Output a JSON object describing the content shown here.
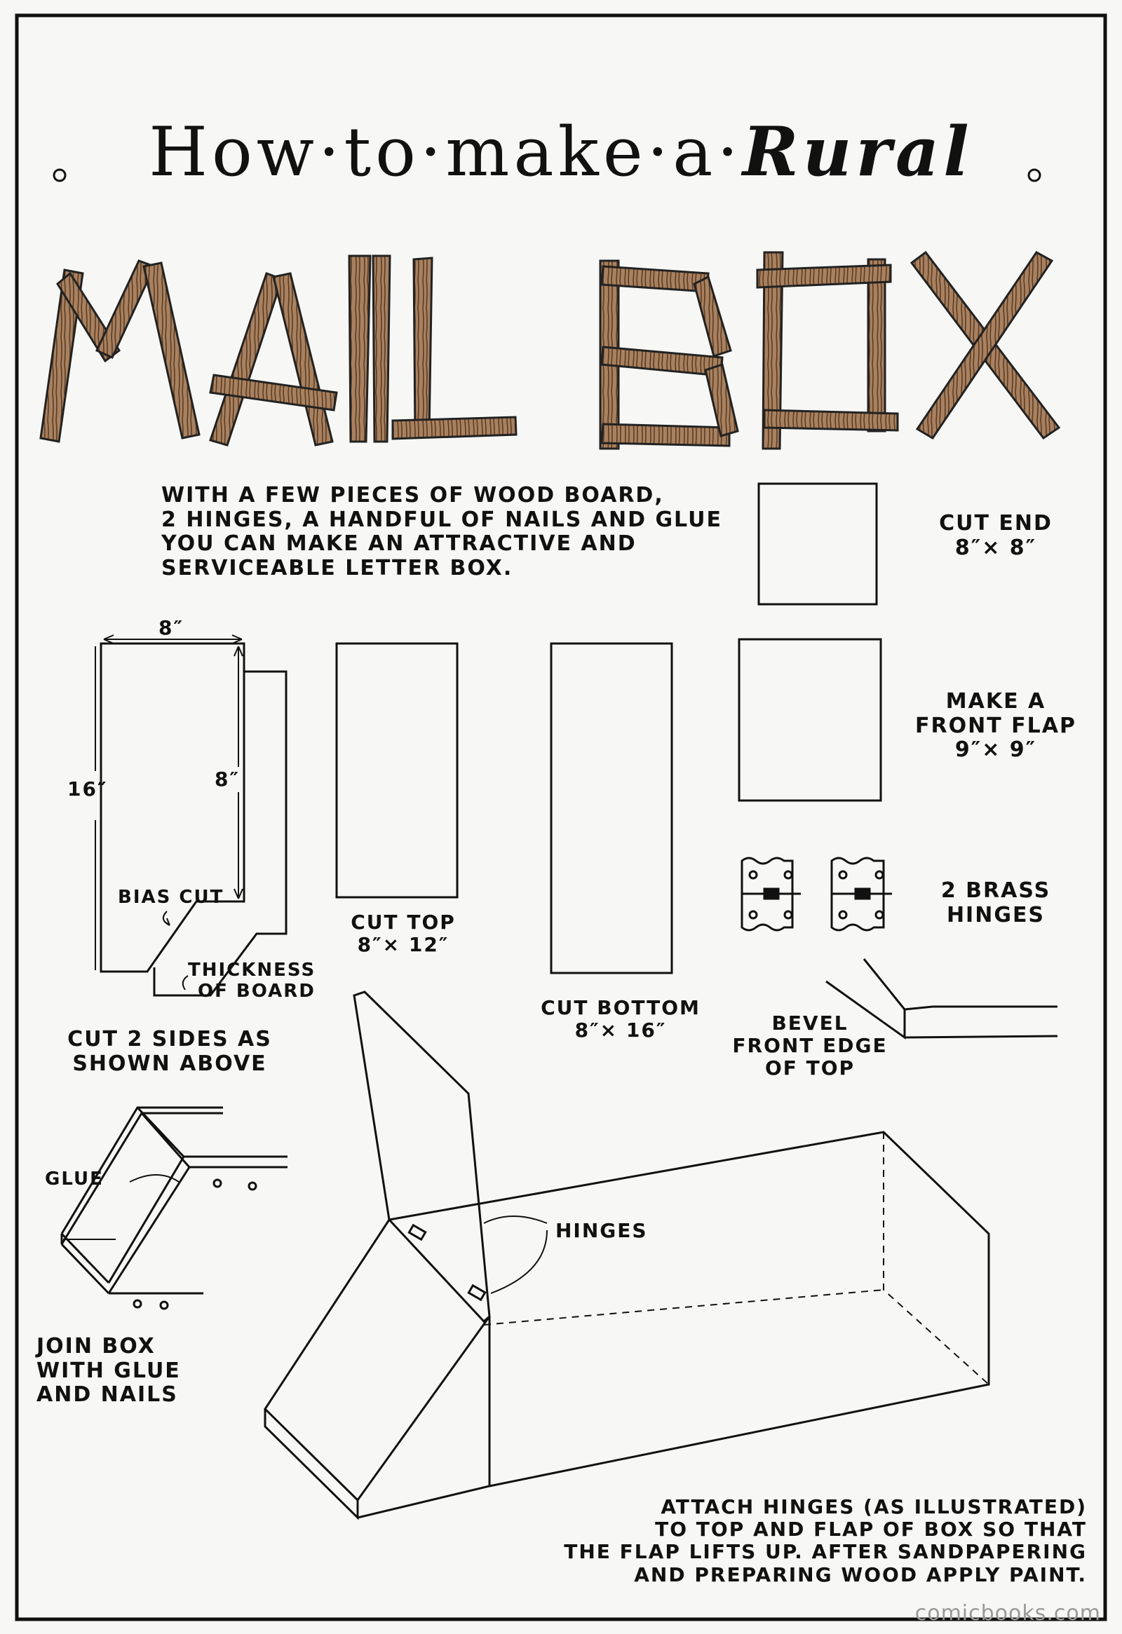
{
  "title": {
    "line1_part1": "How·to·make·a·",
    "line1_part2": "Rural",
    "line2": "MAIL BOX"
  },
  "intro": [
    "With a few pieces of wood board,",
    "2 hinges, a handful of nails and glue",
    "you can make an attractive and",
    "serviceable letter box."
  ],
  "side_panel": {
    "width_label": "8″",
    "height_label": "16″",
    "cut_label": "8″",
    "bias_cut": "Bias cut",
    "thickness": [
      "Thickness",
      "of board"
    ],
    "caption": [
      "Cut 2 sides as",
      "shown above"
    ]
  },
  "top_panel": {
    "caption": [
      "Cut top",
      "8″× 12″"
    ]
  },
  "bottom_panel": {
    "caption": [
      "Cut bottom",
      "8″× 16″"
    ]
  },
  "end_panel": {
    "caption": [
      "Cut end",
      "8″× 8″"
    ]
  },
  "flap_panel": {
    "caption": [
      "Make a",
      "front flap",
      "9″× 9″"
    ]
  },
  "hinges": {
    "caption": [
      "2 Brass",
      "hinges"
    ]
  },
  "bevel": {
    "caption": [
      "Bevel",
      "front edge",
      "of top"
    ]
  },
  "join": {
    "glue": "Glue",
    "caption": [
      "Join box",
      "with glue",
      "and nails"
    ]
  },
  "assembly": {
    "hinges_label": "Hinges",
    "instructions": [
      "Attach hinges (as illustrated)",
      "to top and flap of box so that",
      "the flap lifts up. After sandpapering",
      "and preparing wood apply paint."
    ]
  },
  "watermark": "comicbooks.com",
  "colors": {
    "ink": "#111111",
    "paper": "#f7f7f5",
    "wood": "#6b4a2e",
    "wood_light": "#a98160"
  }
}
